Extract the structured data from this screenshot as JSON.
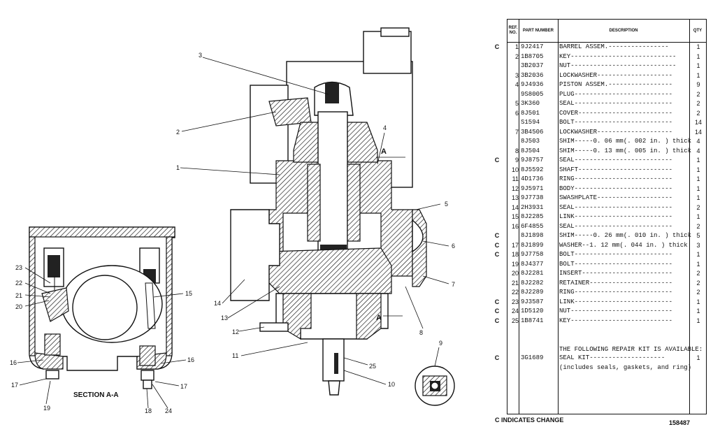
{
  "drawing": {
    "section_label": "SECTION A-A",
    "section_marker": "A",
    "callouts": [
      "1",
      "2",
      "3",
      "4",
      "5",
      "6",
      "7",
      "8",
      "9",
      "10",
      "11",
      "12",
      "13",
      "14",
      "15",
      "16",
      "17",
      "18",
      "19",
      "20",
      "21",
      "22",
      "23",
      "24",
      "25"
    ]
  },
  "table": {
    "headers": {
      "ref_no": "REF. NO.",
      "part_number": "PART NUMBER",
      "description": "DESCRIPTION",
      "qty": "QTY"
    },
    "rows": [
      {
        "change": "C",
        "ref": "1",
        "part": "9J2417",
        "desc": "BARREL ASSEM.----------------",
        "qty": "1"
      },
      {
        "change": "",
        "ref": "2",
        "part": "1B8705",
        "desc": "KEY----------------------------",
        "qty": "1"
      },
      {
        "change": "",
        "ref": "",
        "part": "3B2037",
        "desc": "NUT----------------------------",
        "qty": "1"
      },
      {
        "change": "",
        "ref": "3",
        "part": "3B2036",
        "desc": "LOCKWASHER--------------------",
        "qty": "1"
      },
      {
        "change": "",
        "ref": "4",
        "part": "9J4936",
        "desc": "PISTON ASSEM.-----------------",
        "qty": "9"
      },
      {
        "change": "",
        "ref": "",
        "part": "9S8005",
        "desc": "PLUG--------------------------",
        "qty": "2"
      },
      {
        "change": "",
        "ref": "5",
        "part": "3K360",
        "desc": "SEAL--------------------------",
        "qty": "2"
      },
      {
        "change": "",
        "ref": "6",
        "part": "8J501",
        "desc": "COVER-------------------------",
        "qty": "2"
      },
      {
        "change": "",
        "ref": "",
        "part": "S1594",
        "desc": "BOLT--------------------------",
        "qty": "14"
      },
      {
        "change": "",
        "ref": "7",
        "part": "3B4506",
        "desc": "LOCKWASHER--------------------",
        "qty": "14"
      },
      {
        "change": "",
        "ref": "",
        "part": "8J503",
        "desc": "SHIM-----0. 06 mm(. 002 in. ) thick",
        "qty": "4"
      },
      {
        "change": "",
        "ref": "8",
        "part": "8J504",
        "desc": "SHIM-----0. 13 mm(. 005 in. ) thick",
        "qty": "4"
      },
      {
        "change": "C",
        "ref": "9",
        "part": "9J8757",
        "desc": "SEAL--------------------------",
        "qty": "1"
      },
      {
        "change": "",
        "ref": "10",
        "part": "8J5592",
        "desc": "SHAFT-------------------------",
        "qty": "1"
      },
      {
        "change": "",
        "ref": "11",
        "part": "4D1736",
        "desc": "RING--------------------------",
        "qty": "1"
      },
      {
        "change": "",
        "ref": "12",
        "part": "9J5971",
        "desc": "BODY--------------------------",
        "qty": "1"
      },
      {
        "change": "",
        "ref": "13",
        "part": "9J7738",
        "desc": "SWASHPLATE--------------------",
        "qty": "1"
      },
      {
        "change": "",
        "ref": "14",
        "part": "2H3931",
        "desc": "SEAL--------------------------",
        "qty": "2"
      },
      {
        "change": "",
        "ref": "15",
        "part": "8J2285",
        "desc": "LINK--------------------------",
        "qty": "1"
      },
      {
        "change": "",
        "ref": "16",
        "part": "6F4855",
        "desc": "SEAL--------------------------",
        "qty": "2"
      },
      {
        "change": "C",
        "ref": "",
        "part": "8J1898",
        "desc": "SHIM-----0. 26 mm(. 010 in. ) thick",
        "qty": "5"
      },
      {
        "change": "C",
        "ref": "17",
        "part": "8J1899",
        "desc": "WASHER--1. 12 mm(. 044 in. ) thick",
        "qty": "3"
      },
      {
        "change": "C",
        "ref": "18",
        "part": "9J7758",
        "desc": "BOLT--------------------------",
        "qty": "1"
      },
      {
        "change": "",
        "ref": "19",
        "part": "8J4377",
        "desc": "BOLT--------------------------",
        "qty": "1"
      },
      {
        "change": "",
        "ref": "20",
        "part": "8J2281",
        "desc": "INSERT------------------------",
        "qty": "2"
      },
      {
        "change": "",
        "ref": "21",
        "part": "8J2282",
        "desc": "RETAINER----------------------",
        "qty": "2"
      },
      {
        "change": "",
        "ref": "22",
        "part": "8J2289",
        "desc": "RING--------------------------",
        "qty": "2"
      },
      {
        "change": "C",
        "ref": "23",
        "part": "9J3587",
        "desc": "LINK--------------------------",
        "qty": "1"
      },
      {
        "change": "C",
        "ref": "24",
        "part": "1D5120",
        "desc": "NUT---------------------------",
        "qty": "1"
      },
      {
        "change": "C",
        "ref": "25",
        "part": "1B8741",
        "desc": "KEY---------------------------",
        "qty": "1"
      }
    ],
    "kit_heading": "THE FOLLOWING REPAIR KIT IS AVAILABLE:",
    "kit_row": {
      "change": "C",
      "part": "3G1689",
      "desc": "SEAL KIT--------------------",
      "qty": "1"
    },
    "kit_note": "(includes seals, gaskets, and ring)"
  },
  "footer": {
    "change_note": "C INDICATES CHANGE",
    "drawing_number": "158487"
  }
}
